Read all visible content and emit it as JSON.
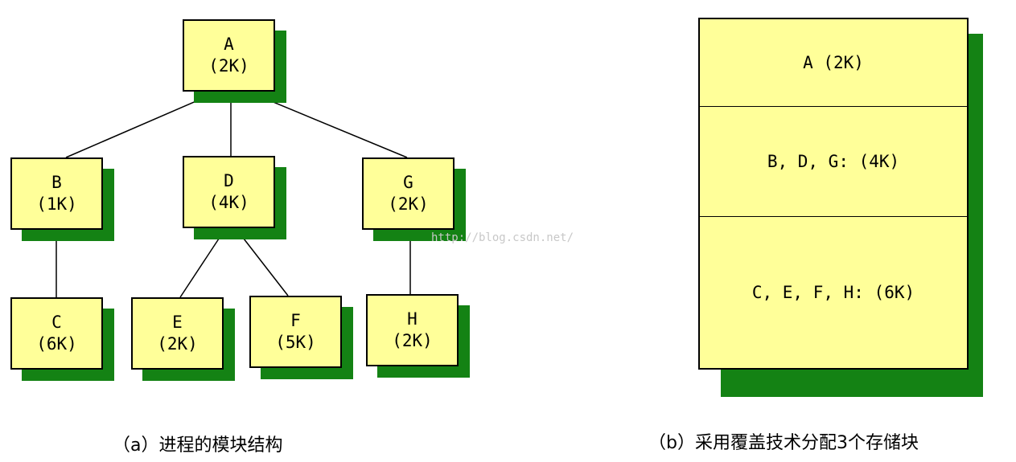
{
  "tree": {
    "nodes": {
      "A": {
        "name": "A",
        "size": "(2K)"
      },
      "B": {
        "name": "B",
        "size": "(1K)"
      },
      "D": {
        "name": "D",
        "size": "(4K)"
      },
      "G": {
        "name": "G",
        "size": "(2K)"
      },
      "C": {
        "name": "C",
        "size": "(6K)"
      },
      "E": {
        "name": "E",
        "size": "(2K)"
      },
      "F": {
        "name": "F",
        "size": "(5K)"
      },
      "H": {
        "name": "H",
        "size": "(2K)"
      }
    },
    "edges": [
      [
        "A",
        "B"
      ],
      [
        "A",
        "D"
      ],
      [
        "A",
        "G"
      ],
      [
        "B",
        "C"
      ],
      [
        "D",
        "E"
      ],
      [
        "D",
        "F"
      ],
      [
        "G",
        "H"
      ]
    ],
    "caption": "（a）进程的模块结构"
  },
  "memory": {
    "segments": [
      "A (2K)",
      "B, D, G: (4K)",
      "C, E, F, H: (6K)"
    ],
    "caption": "（b）采用覆盖技术分配3个存储块"
  },
  "watermark": "http://blog.csdn.net/",
  "colors": {
    "box_fill": "#ffff99",
    "shadow": "#148214",
    "border": "#000000"
  }
}
